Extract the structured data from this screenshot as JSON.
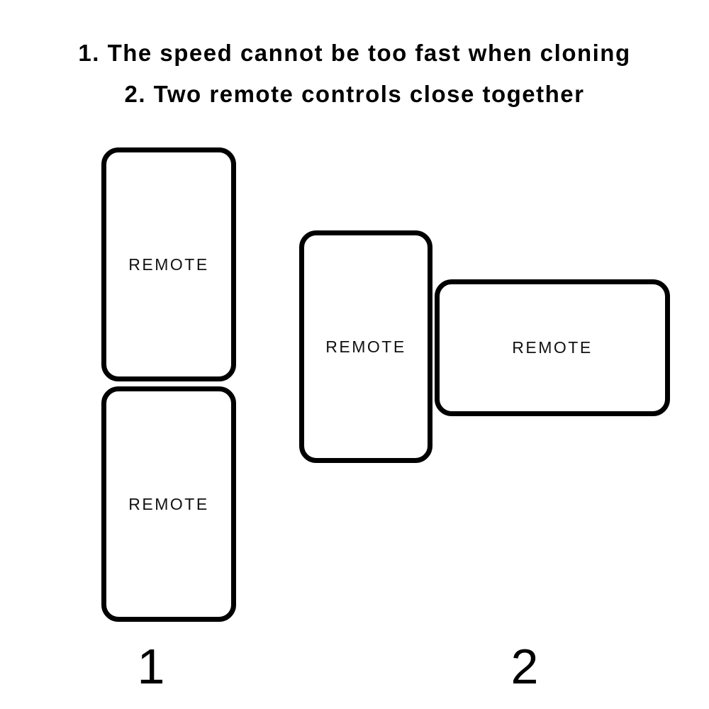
{
  "title": {
    "line1": "1. The speed cannot be too fast when cloning",
    "line2": "2. Two remote controls close together"
  },
  "diagram": {
    "groups": [
      {
        "number": "1",
        "layout": "two vertical remotes stacked end to end",
        "remotes": [
          {
            "label": "REMOTE",
            "orientation": "vertical"
          },
          {
            "label": "REMOTE",
            "orientation": "vertical"
          }
        ]
      },
      {
        "number": "2",
        "layout": "vertical remote and horizontal remote touching side by side",
        "remotes": [
          {
            "label": "REMOTE",
            "orientation": "vertical"
          },
          {
            "label": "REMOTE",
            "orientation": "horizontal"
          }
        ]
      }
    ]
  },
  "colors": {
    "background": "#ffffff",
    "outline": "#000000",
    "text": "#000000"
  }
}
